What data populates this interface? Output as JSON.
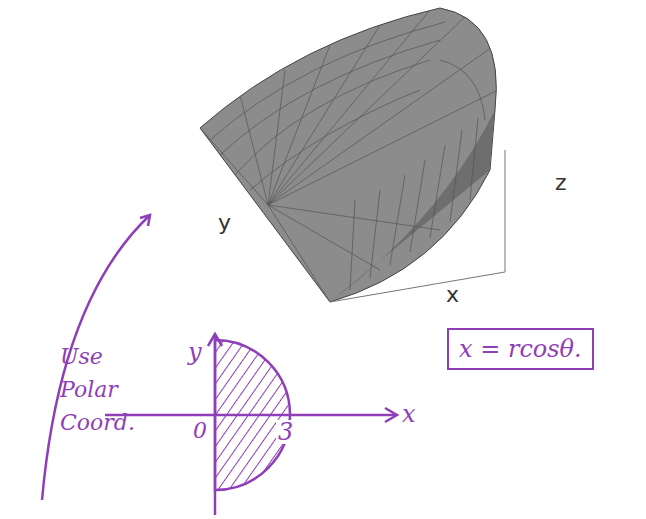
{
  "diagram": {
    "nodes": [
      {
        "text": [
          "x = rcosθ."
        ]
      }
    ],
    "labels": [
      "y",
      "z",
      "x",
      "Use Polar Coord.",
      "y",
      "x",
      "0",
      "3"
    ]
  }
}
